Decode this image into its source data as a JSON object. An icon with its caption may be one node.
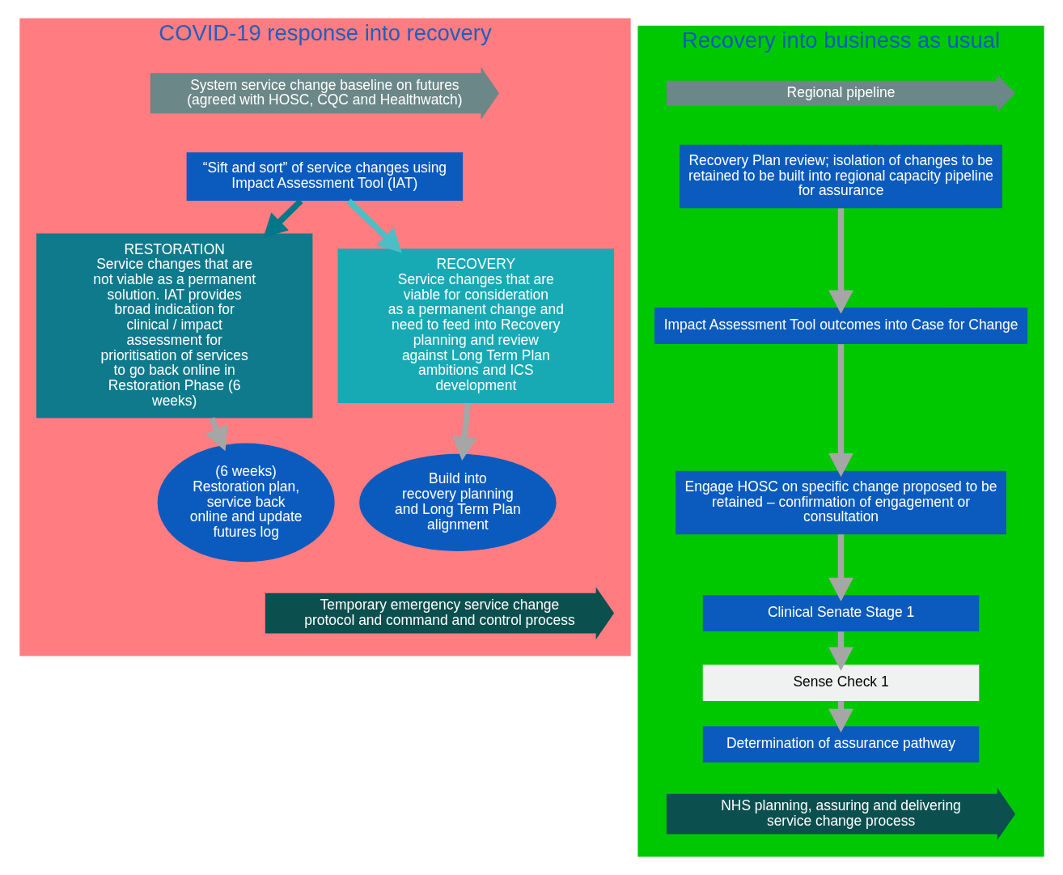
{
  "diagram": {
    "nodes": [
      {
        "text": [
          "COVID-19 response into recovery"
        ]
      },
      {
        "text": [
          "System service change baseline on futures (agreed with HOSC, CQC and Healthwatch)"
        ],
        "in": 0
      },
      {
        "text": [
          "“Sift and sort” of service changes using Impact Assessment Tool (IAT)"
        ],
        "in": 0
      },
      {
        "text": [
          "RESTORATION",
          "Service changes that are not viable as a permanent solution. IAT provides broad indication for clinical / impact assessment for prioritisation of services to go back online in Restoration Phase (6 weeks)"
        ],
        "in": 0
      },
      {
        "text": [
          "RECOVERY",
          "Service changes that are viable for consideration as a permanent change and need to feed into Recovery planning and review against Long Term Plan ambitions and ICS development"
        ],
        "in": 0
      },
      {
        "text": [
          "(6 weeks)",
          "Restoration plan, service back online and update futures log"
        ],
        "in": 0
      },
      {
        "text": [
          "Build into recovery planning and Long Term Plan alignment"
        ],
        "in": 0
      },
      {
        "text": [
          "Temporary emergency service change protocol and command and control process"
        ],
        "in": 0
      },
      {
        "text": [
          "Recovery into business as usual"
        ]
      },
      {
        "text": [
          "Regional pipeline"
        ],
        "in": 8
      },
      {
        "text": [
          "Recovery Plan review; isolation of changes to be retained to be built into regional capacity pipeline for assurance"
        ],
        "in": 8
      },
      {
        "text": [
          "Impact Assessment Tool outcomes into Case for Change"
        ],
        "in": 8
      },
      {
        "text": [
          "Engage HOSC on specific change proposed to be retained – confirmation of engagement or consultation"
        ],
        "in": 8
      },
      {
        "text": [
          "Clinical Senate Stage 1"
        ],
        "in": 8
      },
      {
        "text": [
          "Sense Check 1"
        ],
        "in": 8
      },
      {
        "text": [
          "Determination of assurance pathway"
        ],
        "in": 8
      },
      {
        "text": [
          "NHS planning, assuring and delivering service change process"
        ],
        "in": 8
      }
    ],
    "edges": [
      {
        "from": 2,
        "to": 3,
        "arrow": "to",
        "color": "#00788a"
      },
      {
        "from": 2,
        "to": 4,
        "arrow": "to",
        "color": "#4dbdc6"
      },
      {
        "from": 3,
        "to": 5,
        "arrow": "to"
      },
      {
        "from": 4,
        "to": 6,
        "arrow": "to"
      },
      {
        "from": 10,
        "to": 11,
        "arrow": "to"
      },
      {
        "from": 11,
        "to": 12,
        "arrow": "to"
      },
      {
        "from": 12,
        "to": 13,
        "arrow": "to"
      },
      {
        "from": 13,
        "to": 14,
        "arrow": "to"
      },
      {
        "from": 14,
        "to": 15,
        "arrow": "to"
      }
    ]
  }
}
